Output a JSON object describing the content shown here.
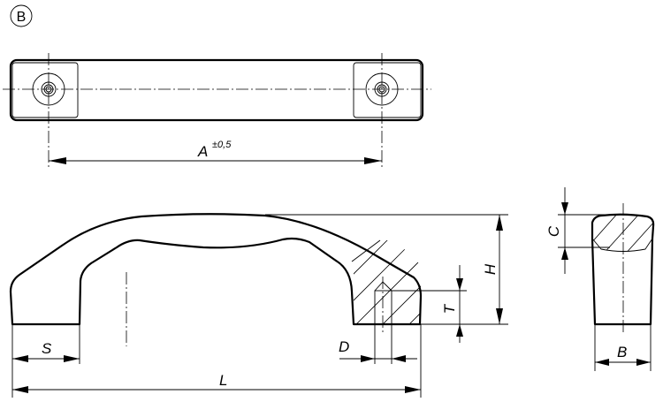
{
  "variant_label": "B",
  "dimensions": {
    "A": "A",
    "A_tolerance": "±0,5",
    "H": "H",
    "T": "T",
    "S": "S",
    "D": "D",
    "L": "L",
    "C": "C",
    "B": "B"
  }
}
